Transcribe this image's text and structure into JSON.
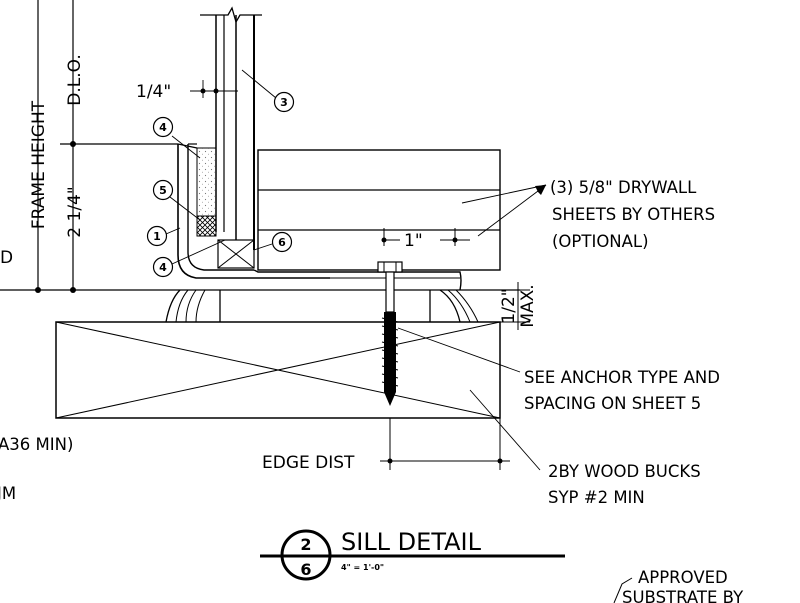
{
  "dimensions": {
    "frame_height": "FRAME HEIGHT",
    "dlo": "D.L.O.",
    "two_quarter": "2 1/4\"",
    "quarter_inch": "1/4\"",
    "one_inch": "1\"",
    "half_max_num": "1/2\"",
    "half_max_max": "MAX.",
    "edge_dist": "EDGE DIST",
    "left_fragment": "D"
  },
  "tags": [
    "1",
    "3",
    "4",
    "4",
    "5",
    "6"
  ],
  "notes": {
    "drywall": [
      "(3) 5/8\" DRYWALL",
      "SHEETS BY OTHERS",
      "(OPTIONAL)"
    ],
    "anchor": [
      "SEE ANCHOR TYPE AND",
      "SPACING ON SHEET 5"
    ],
    "bucks": [
      "2BY WOOD BUCKS",
      "SYP #2 MIN"
    ],
    "approved": [
      "APPROVED",
      "SUBSTRATE BY"
    ],
    "left_cut_a36": "A36 MIN)",
    "left_cut_um": "JM"
  },
  "title_block": {
    "detail_number": "2",
    "sheet_number": "6",
    "title": "SILL DETAIL",
    "scale": "4\" = 1'-0\""
  }
}
